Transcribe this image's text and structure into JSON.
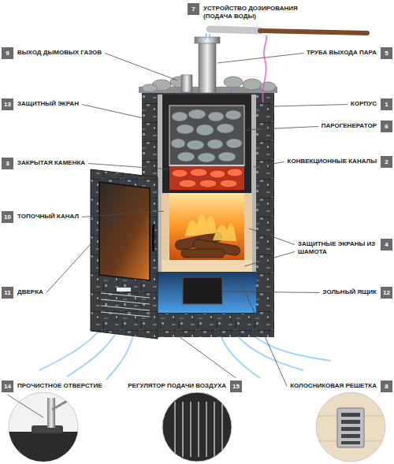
{
  "diagram": {
    "nodes": [
      {
        "text": [
          "7",
          "УСТРОЙСТВО ДОЗИРОВАНИЯ (ПОДАЧА ВОДЫ)"
        ]
      },
      {
        "text": [
          "9",
          "ВЫХОД ДЫМОВЫХ ГАЗОВ"
        ]
      },
      {
        "text": [
          "5",
          "ТРУБА ВЫХОДА ПАРА"
        ]
      },
      {
        "text": [
          "13",
          "ЗАЩИТНЫЙ ЭКРАН"
        ]
      },
      {
        "text": [
          "1",
          "КОРПУС"
        ]
      },
      {
        "text": [
          "6",
          "ПАРОГЕНЕРАТОР"
        ]
      },
      {
        "text": [
          "3",
          "ЗАКРЫТАЯ КАМЕНКА"
        ]
      },
      {
        "text": [
          "2",
          "КОНВЕКЦИОННЫЕ КАНАЛЫ"
        ]
      },
      {
        "text": [
          "10",
          "ТОПОЧНЫЙ КАНАЛ"
        ]
      },
      {
        "text": [
          "4",
          "ЗАЩИТНЫЕ ЭКРАНЫ ИЗ ШАМОТА"
        ]
      },
      {
        "text": [
          "11",
          "ДВЕРКА"
        ]
      },
      {
        "text": [
          "12",
          "ЗОЛЬНЫЙ ЯЩИК"
        ]
      },
      {
        "text": [
          "14",
          "ПРОЧИСТНОЕ ОТВЕРСТИЕ"
        ]
      },
      {
        "text": [
          "15",
          "РЕГУЛЯТОР ПОДАЧИ ВОЗДУХА"
        ]
      },
      {
        "text": [
          "8",
          "КОЛОСНИКОВАЯ РЕШЕТКА"
        ]
      }
    ]
  }
}
